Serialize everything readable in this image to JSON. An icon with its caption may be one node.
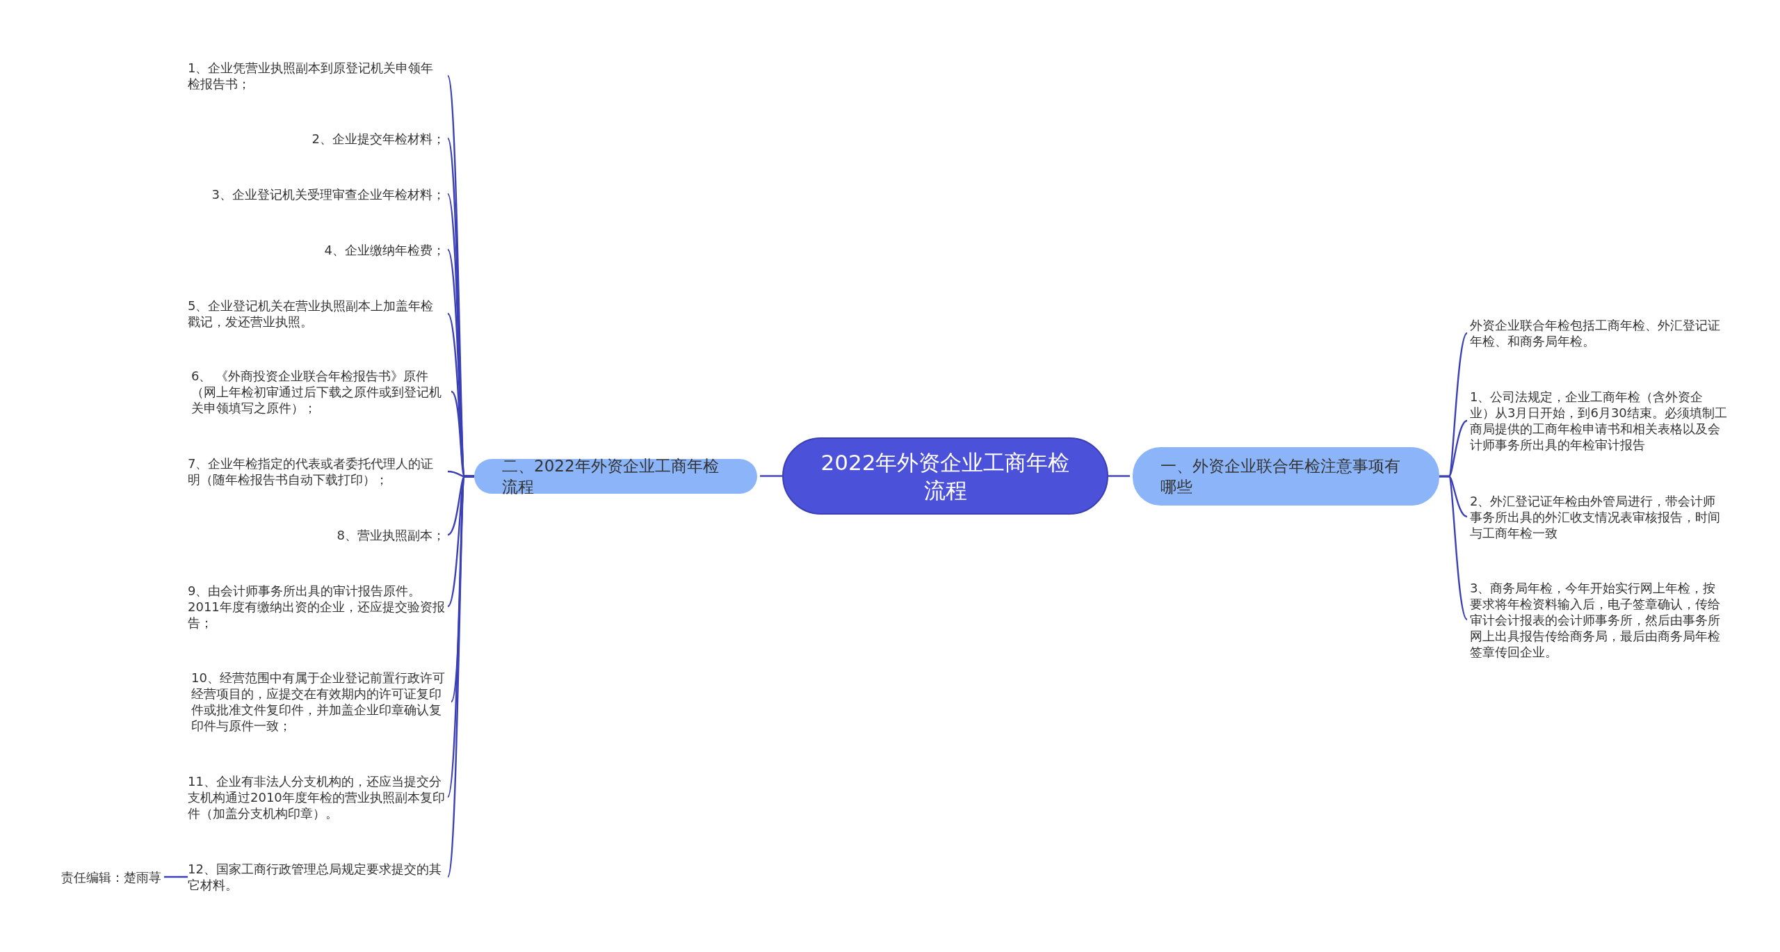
{
  "diagram": {
    "nodes": [
      {
        "text": [
          "2022年外资企业工商年检流程"
        ]
      },
      {
        "text": [
          "一、外资企业联合年检注意事项有哪些"
        ]
      },
      {
        "text": [
          "二、2022年外资企业工商年检流程"
        ]
      },
      {
        "text": [
          "外资企业联合年检包括工商年检、外汇登记证年检、和商务局年检。"
        ]
      },
      {
        "text": [
          "1、公司法规定，企业工商年检（含外资企业）从3月日开始，到6月30结束。必须填制工商局提供的工商年检申请书和相关表格以及会计师事务所出具的年检审计报告"
        ]
      },
      {
        "text": [
          "2、外汇登记证年检由外管局进行，带会计师事务所出具的外汇收支情况表审核报告，时间与工商年检一致"
        ]
      },
      {
        "text": [
          "3、商务局年检，今年开始实行网上年检，按要求将年检资料输入后，电子签章确认，传给审计会计报表的会计师事务所，然后由事务所网上出具报告传给商务局，最后由商务局年检签章传回企业。"
        ]
      },
      {
        "text": [
          "1、企业凭营业执照副本到原登记机关申领年检报告书；"
        ]
      },
      {
        "text": [
          "2、企业提交年检材料；"
        ]
      },
      {
        "text": [
          "3、企业登记机关受理审查企业年检材料；"
        ]
      },
      {
        "text": [
          "4、企业缴纳年检费；"
        ]
      },
      {
        "text": [
          "5、企业登记机关在营业执照副本上加盖年检戳记，发还营业执照。"
        ]
      },
      {
        "text": [
          "6、 《外商投资企业联合年检报告书》原件（网上年检初审通过后下载之原件或到登记机关申领填写之原件）；"
        ]
      },
      {
        "text": [
          "7、企业年检指定的代表或者委托代理人的证明（随年检报告书自动下载打印）；"
        ]
      },
      {
        "text": [
          "8、营业执照副本；"
        ]
      },
      {
        "text": [
          "9、由会计师事务所出具的审计报告原件。2011年度有缴纳出资的企业，还应提交验资报告；"
        ]
      },
      {
        "text": [
          "10、经营范围中有属于企业登记前置行政许可经营项目的，应提交在有效期内的许可证复印件或批准文件复印件，并加盖企业印章确认复印件与原件一致；"
        ]
      },
      {
        "text": [
          "11、企业有非法人分支机构的，还应当提交分支机构通过2010年度年检的营业执照副本复印件（加盖分支机构印章）。"
        ]
      },
      {
        "text": [
          "12、国家工商行政管理总局规定要求提交的其它材料。"
        ]
      },
      {
        "text": [
          "责任编辑：楚雨荨"
        ]
      }
    ],
    "edges": [
      {
        "from": 0,
        "to": 1,
        "arrow": "none"
      },
      {
        "from": 0,
        "to": 2,
        "arrow": "none"
      },
      {
        "from": 1,
        "to": 3,
        "arrow": "none"
      },
      {
        "from": 1,
        "to": 4,
        "arrow": "none"
      },
      {
        "from": 1,
        "to": 5,
        "arrow": "none"
      },
      {
        "from": 1,
        "to": 6,
        "arrow": "none"
      },
      {
        "from": 2,
        "to": 7,
        "arrow": "none"
      },
      {
        "from": 2,
        "to": 8,
        "arrow": "none"
      },
      {
        "from": 2,
        "to": 9,
        "arrow": "none"
      },
      {
        "from": 2,
        "to": 10,
        "arrow": "none"
      },
      {
        "from": 2,
        "to": 11,
        "arrow": "none"
      },
      {
        "from": 2,
        "to": 12,
        "arrow": "none"
      },
      {
        "from": 2,
        "to": 13,
        "arrow": "none"
      },
      {
        "from": 2,
        "to": 14,
        "arrow": "none"
      },
      {
        "from": 2,
        "to": 15,
        "arrow": "none"
      },
      {
        "from": 2,
        "to": 16,
        "arrow": "none"
      },
      {
        "from": 2,
        "to": 17,
        "arrow": "none"
      },
      {
        "from": 2,
        "to": 18,
        "arrow": "none"
      },
      {
        "from": 18,
        "to": 19,
        "arrow": "none"
      }
    ]
  }
}
